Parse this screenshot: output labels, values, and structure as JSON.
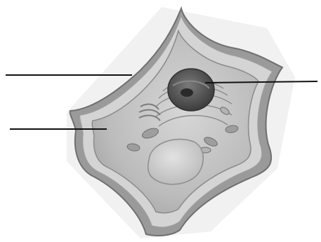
{
  "figure": {
    "subject": "plant-cell-diagram",
    "label_lines": [
      {
        "id": "cell-wall-pointer"
      },
      {
        "id": "cell-membrane-pointer"
      },
      {
        "id": "nucleus-pointer"
      }
    ],
    "colors": {
      "background": "#ffffff",
      "cell_wall_outer": "#8f8f8f",
      "cell_wall_inner": "#d2d2d2",
      "cytoplasm": "#bdbdbd",
      "vacuole": "#cfcfcf",
      "nucleus": "#5a5a5a",
      "leader_line": "#111111"
    }
  }
}
